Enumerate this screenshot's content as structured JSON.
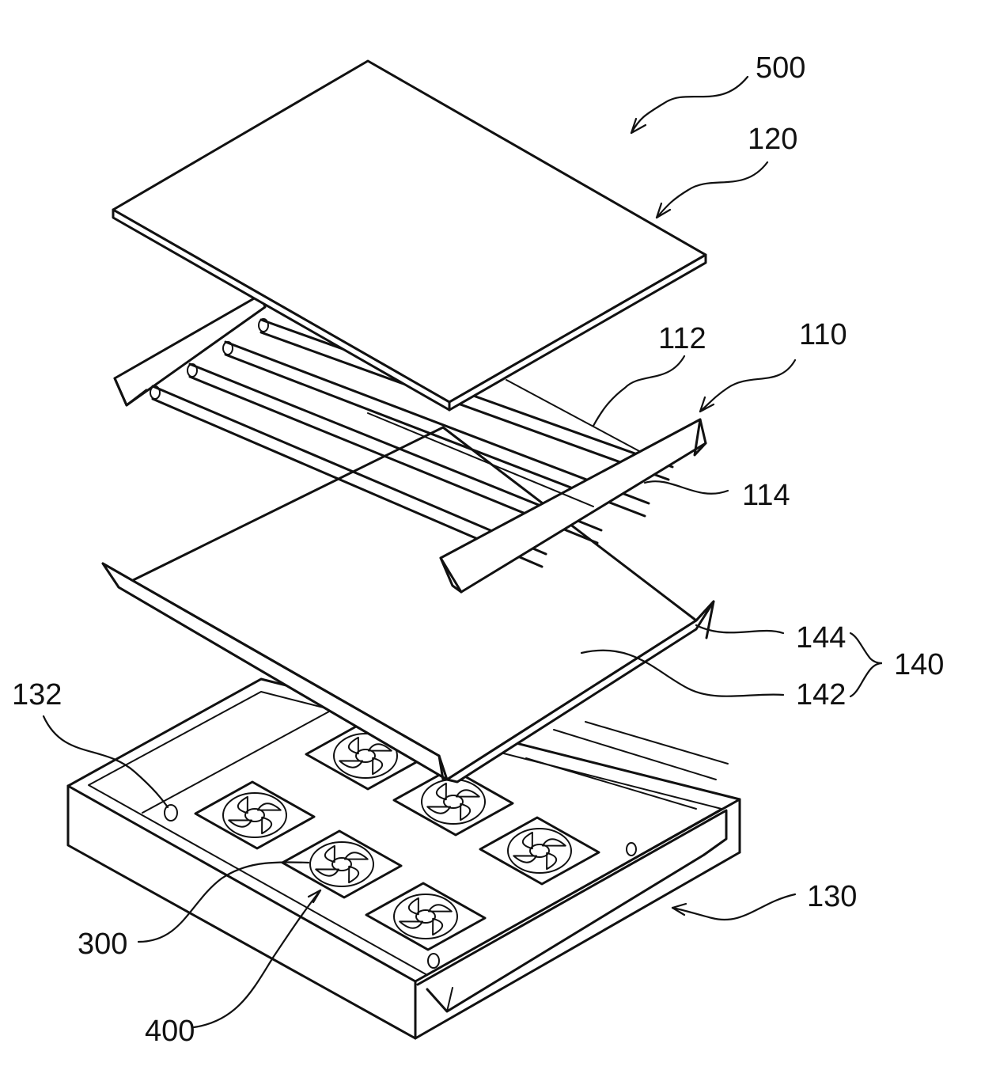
{
  "figure": {
    "labels": {
      "assembly": "500",
      "top_plate": "120",
      "lamp_unit": "110",
      "lamps": "112",
      "lamp_holder": "114",
      "reflector_group": "140",
      "reflector_side": "144",
      "reflector_sheet": "142",
      "hole": "132",
      "bottom_chassis": "130",
      "fan_housing": "300",
      "fan": "400"
    }
  }
}
